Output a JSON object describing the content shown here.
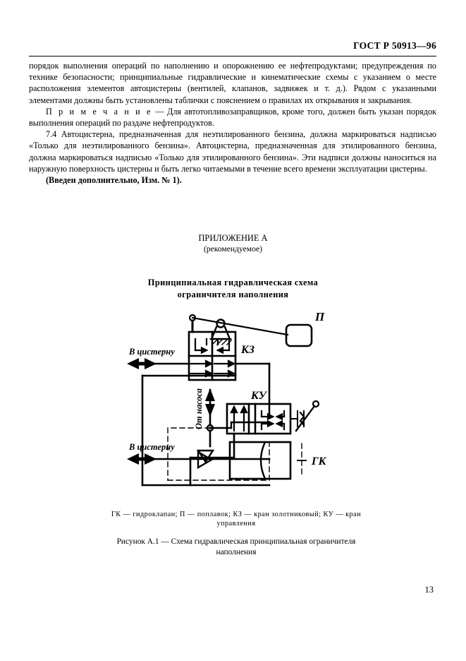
{
  "header": {
    "standard_number": "ГОСТ Р 50913—96"
  },
  "body": {
    "paragraphs": [
      "порядок выполнения операций по наполнению и опорожнению ее нефтепродуктами; предупреждения по технике безопасности; принципиальные гидравлические и кинематические схемы с указанием о месте расположения элементов автоцистерны (вентилей, клапанов, задвижек и т. д.). Рядом с указанными элементами должны быть установлены таблички с пояснением о правилах их открывания и закрывания.",
      "Для автотопливозаправщиков, кроме того, должен быть указан порядок выполнения операций по раздаче нефтепродуктов.",
      "7.4 Автоцистерна, предназначенная для неэтилированного бензина, должна маркироваться надписью «Только для неэтилированного бензина». Автоцистерна, предназначенная для этилированного бензина, должна маркироваться надписью «Только для этилированного бензина». Эти надписи должны наноситься на наружную поверхность цистерны и быть легко читаемыми в течение всего времени эксплуатации цистерны."
    ],
    "note_label": "П р и м е ч а н и е",
    "note_dash": " — ",
    "amendment": "(Введен дополнительно, Изм. № 1)."
  },
  "annex": {
    "title": "ПРИЛОЖЕНИЕ А",
    "subtitle": "(рекомендуемое)"
  },
  "figure": {
    "title_line1": "Принципиальная гидравлическая схема",
    "title_line2": "ограничителя наполнения",
    "legend": "ГК — гидроклапан; П — поплавок; КЗ — кран золотниковый; КУ — кран управления",
    "caption_line1": "Рисунок А.1 — Схема гидравлическая принципиальная ограничителя",
    "caption_line2": "наполнения",
    "labels": {
      "float": "П",
      "spool_valve": "КЗ",
      "control_valve": "КУ",
      "hydro_valve": "ГК",
      "to_tank_top": "В цистерну",
      "to_tank_bottom": "В цистерну",
      "from_pump": "От насоса"
    }
  },
  "footer": {
    "page_number": "13"
  },
  "colors": {
    "ink": "#000000",
    "paper": "#ffffff"
  }
}
